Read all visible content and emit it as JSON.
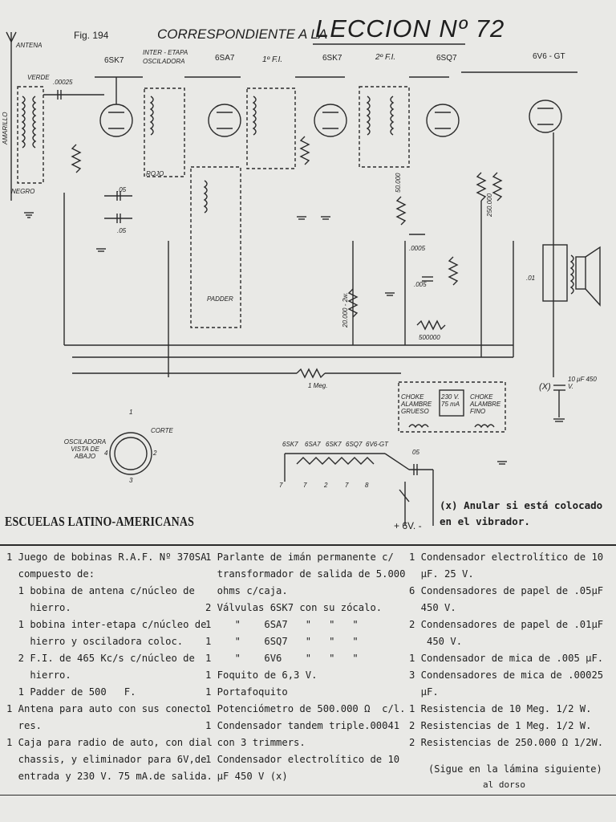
{
  "header": {
    "fig": "Fig. 194",
    "correspondiente": "CORRESPONDIENTE A LA",
    "leccion": "LECCION Nº 72"
  },
  "tubes": {
    "t1": "6SK7",
    "t2": "6SA7",
    "t3": "6SK7",
    "t4": "6SQ7",
    "t5": "6V6 - GT",
    "inter": "INTER - ETAPA",
    "osc": "OSCILADORA",
    "fi1": "1º F.I.",
    "fi2": "2º F.I."
  },
  "labels": {
    "antena": "ANTENA",
    "verde": "VERDE",
    "amarillo": "AMARILLO",
    "negro": "NEGRO",
    "rojo": "ROJO",
    "c00025": ".00025",
    "c05": ".05",
    "c01": ".01",
    "c0005": ".0005",
    "c005": ".005",
    "r1meg": "1 Meg.",
    "r50000": "50.000",
    "r20000": "20.000 - 2w.",
    "r500000": "500000",
    "r250000": "250.000",
    "padder": "PADDER",
    "cap10": "10 μF 450 V.",
    "x": "(X)",
    "osc_view": "OSCILADORA VISTA DE ABAJO",
    "corte": "CORTE",
    "choke1": "CHOKE ALAMBRE GRUESO",
    "v230": "230 V. 75 mA",
    "choke2": "CHOKE ALAMBRE FINO",
    "heaters": [
      "6SK7",
      "6SA7",
      "6SK7",
      "6SQ7",
      "6V6-GT"
    ],
    "pins": [
      "7",
      "2",
      "7",
      "8",
      "7"
    ],
    "plus6v": "+ 6V. -",
    "c05b": "05",
    "pin_nums": [
      "1",
      "2",
      "3",
      "4"
    ]
  },
  "note": "(x) Anular si está colocado en el vibrador.",
  "school": "ESCUELAS LATINO-AMERICANAS",
  "list_col1": [
    "1 Juego de bobinas R.A.F. Nº 370SA",
    "  compuesto de:",
    "  1 bobina de antena c/núcleo de",
    "    hierro.",
    "  1 bobina inter-etapa c/núcleo de",
    "    hierro y osciladora coloc.",
    "  2 F.I. de 465 Kc/s c/núcleo de",
    "    hierro.",
    "  1 Padder de 500   F.",
    "1 Antena para auto con sus conecto",
    "  res.",
    "1 Caja para radio de auto, con dial",
    "  chassis, y eliminador para 6V,de",
    "  entrada y 230 V. 75 mA.de salida."
  ],
  "list_col2": [
    "1 Parlante de imán permanente c/",
    "  transformador de salida de 5.000",
    "  ohms c/caja.",
    "2 Válvulas 6SK7 con su zócalo.",
    "1    \"    6SA7   \"   \"   \"",
    "1    \"    6SQ7   \"   \"   \"",
    "1    \"    6V6    \"   \"   \"",
    "1 Foquito de 6,3 V.",
    "1 Portafoquito",
    "1 Potenciómetro de 500.000 Ω  c/l.",
    "1 Condensador tandem triple.00041",
    "  con 3 trimmers.",
    "1 Condensador electrolítico de 10",
    "  μF 450 V (x)"
  ],
  "list_col3": [
    "1 Condensador electrolítico de 10",
    "  μF. 25 V.",
    "6 Condensadores de papel de .05μF",
    "  450 V.",
    "2 Condensadores de papel de .01μF",
    "   450 V.",
    "1 Condensador de mica de .005 μF.",
    "3 Condensadores de mica de .00025",
    "  μF.",
    "1 Resistencia de 10 Meg. 1/2 W.",
    "2 Resistencias de 1 Meg. 1/2 W.",
    "2 Resistencias de 250.000 Ω 1/2W."
  ],
  "sigue": "(Sigue en la lámina siguiente)",
  "dorso": "al dorso"
}
